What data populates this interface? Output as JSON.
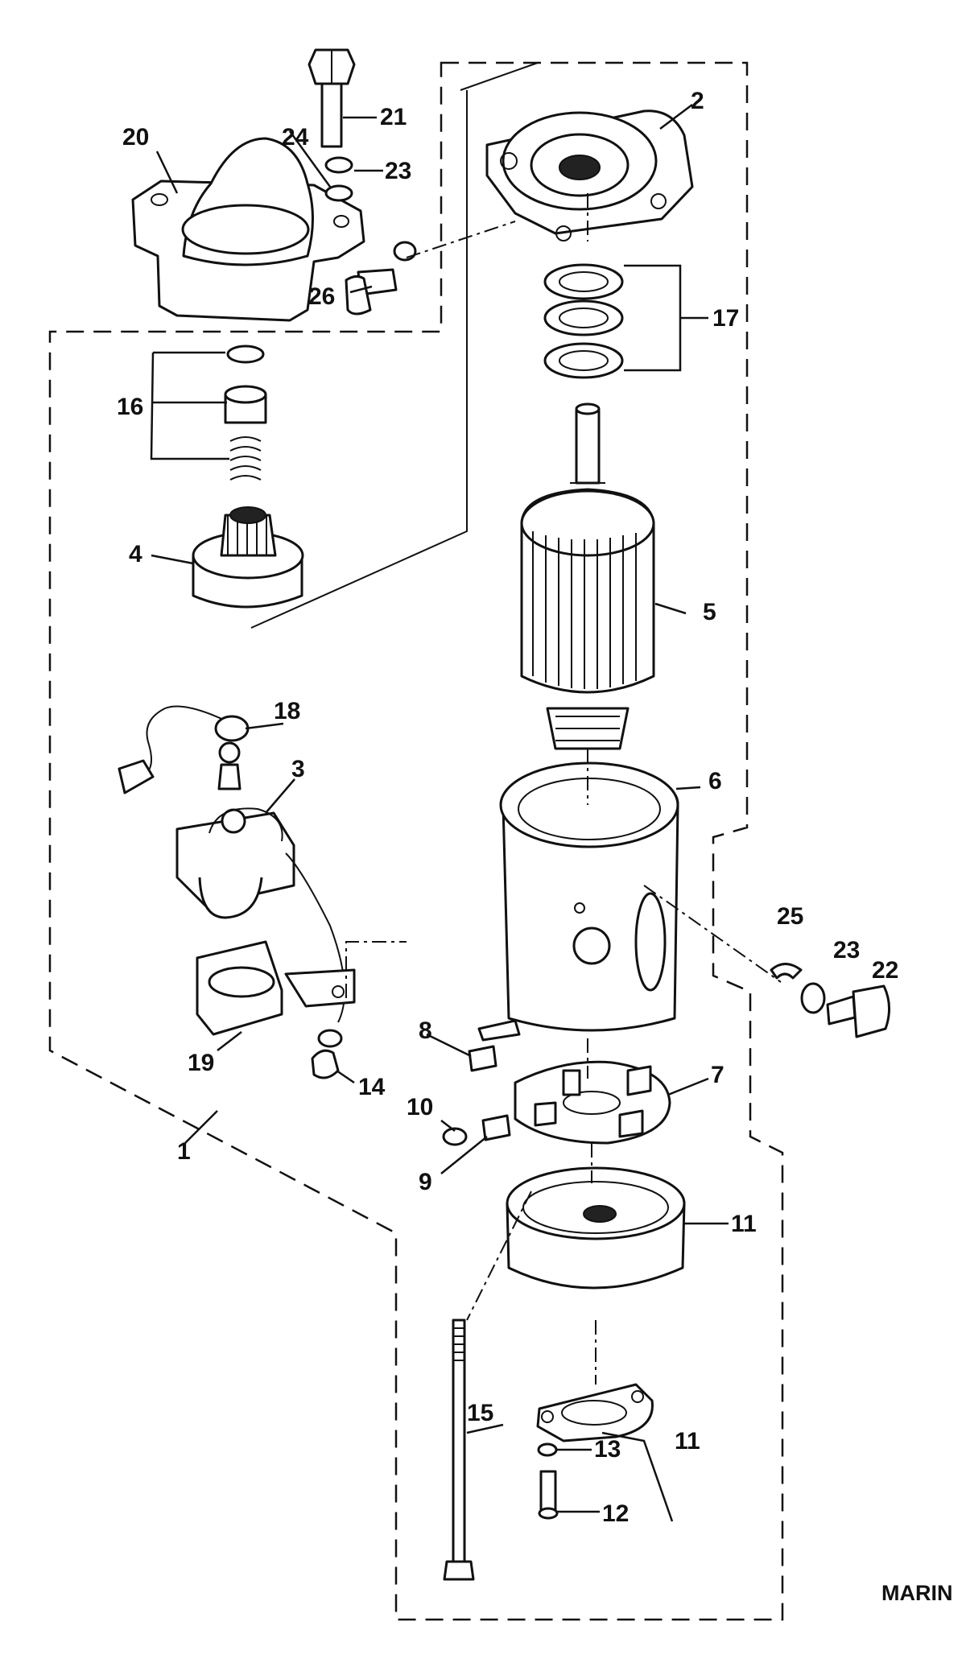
{
  "labels": {
    "l1": "1",
    "l2": "2",
    "l3": "3",
    "l4": "4",
    "l5": "5",
    "l6": "6",
    "l7": "7",
    "l8": "8",
    "l9": "9",
    "l10": "10",
    "l11a": "11",
    "l11b": "11",
    "l12": "12",
    "l13": "13",
    "l14": "14",
    "l15": "15",
    "l16": "16",
    "l17": "17",
    "l18": "18",
    "l19": "19",
    "l20": "20",
    "l21": "21",
    "l22": "22",
    "l23a": "23",
    "l23b": "23",
    "l24": "24",
    "l25": "25",
    "l26": "26"
  },
  "footer": {
    "code": "MARIN"
  }
}
